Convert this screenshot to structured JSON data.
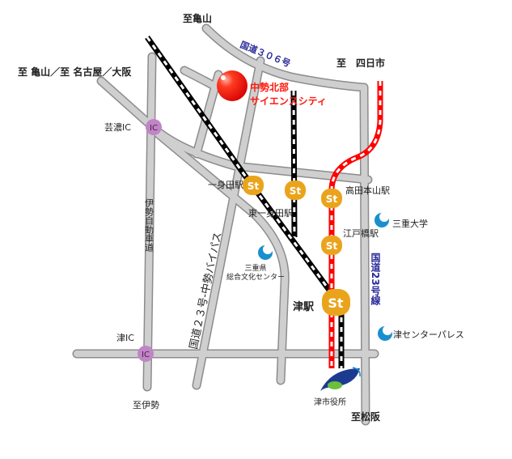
{
  "colors": {
    "road": "#cfcfcf",
    "station": "#eaa41c",
    "ic": "#c184c6",
    "highlight": "#ff2a1a",
    "route_label": "#2a2a9a",
    "facility": "#1a8fcf",
    "jr_rail": "#000000",
    "kintetsu_rail": "#ff0000"
  },
  "labels": {
    "to_kameyama": "至亀山",
    "route306": "国道３０６号",
    "to_yokkaichi": "至　四日市",
    "science_city_1": "中勢北部",
    "science_city_2": "サイエンスシティ",
    "to_nagoya": "至 亀山／至 名古屋／大阪",
    "geino_ic": "芸濃IC",
    "ise_expressway": "伊勢自動車道",
    "ishinden": "一身田駅",
    "takadahonzan": "高田本山駅",
    "higashi_ishinden": "東一身田駅",
    "mie_university": "三重大学",
    "edobashi": "江戸橋駅",
    "culture_center_1": "三重県",
    "culture_center_2": "総合文化センター",
    "route23": "国道23号線",
    "tsu_station": "津駅",
    "center_palace": "津センターパレス",
    "tsu_ic": "津IC",
    "bypass": "国道２３号-中勢バイパス",
    "to_ise": "至伊勢",
    "city_hall": "津市役所",
    "to_matsusaka": "至松阪"
  },
  "markers": {
    "station": "St",
    "ic": "IC"
  }
}
